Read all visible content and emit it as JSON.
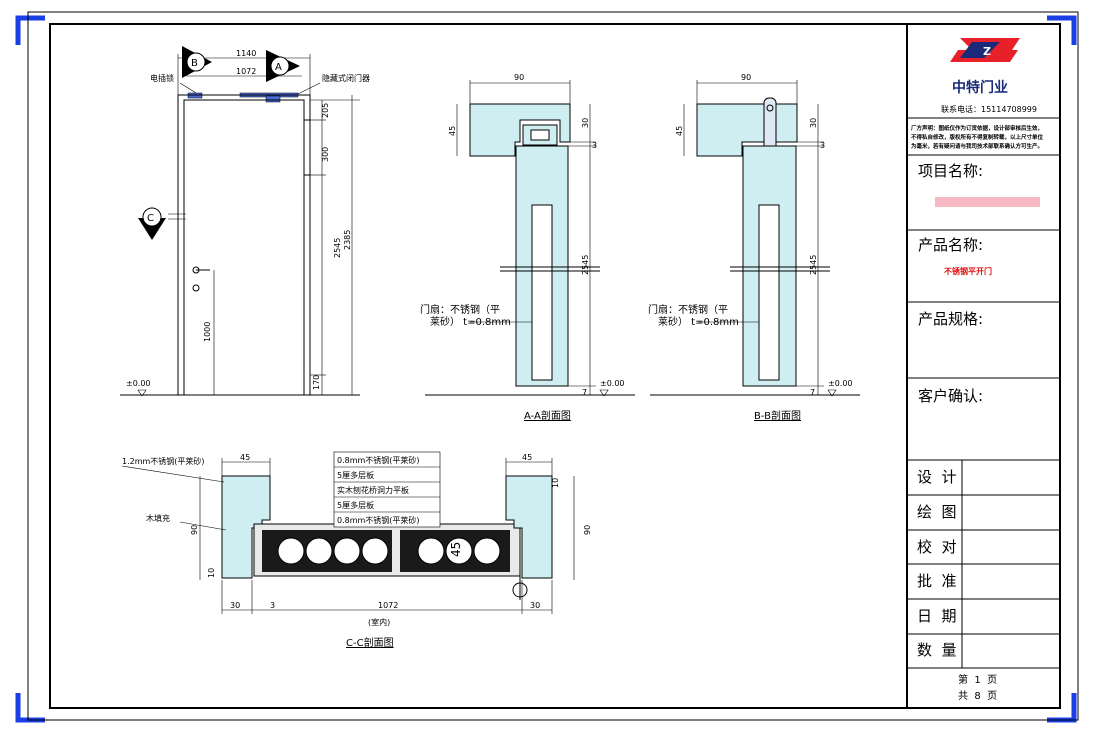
{
  "title_block": {
    "company": "中特门业",
    "contact": "联系电话：15114708999",
    "note": "厂方声明：图纸仅作为订货依据，设计部审核后生效，不得私自修改，版权所有不得复制转载，以上尺寸单位为毫米，若有疑问请与我司技术部联系确认方可生产。",
    "project_label": "项目名称:",
    "product_label": "产品名称:",
    "product_value": "不锈钢平开门",
    "spec_label": "产品规格:",
    "customer_label": "客户确认:",
    "rows": [
      {
        "label": "设  计"
      },
      {
        "label": "绘  图"
      },
      {
        "label": "校  对"
      },
      {
        "label": "批  准"
      },
      {
        "label": "日  期"
      },
      {
        "label": "数  量"
      }
    ],
    "page_line1": "第  1  页",
    "page_line2": "共  8  页"
  },
  "elevation": {
    "dim_1140": "1140",
    "dim_1072": "1072",
    "marker_b": "B",
    "marker_a": "A",
    "marker_c": "C",
    "label_lock": "电插锁",
    "label_closer": "隐藏式闭门器",
    "dim_205": "205",
    "dim_300": "300",
    "dim_2545": "2545",
    "dim_2385": "2385",
    "dim_1000": "1000",
    "dim_170": "170",
    "level": "±0.00"
  },
  "section_aa": {
    "dim_90": "90",
    "dim_45": "45",
    "dim_30": "30",
    "dim_3": "3",
    "dim_2545": "2545",
    "dim_7": "7",
    "leaf_label_1": "门扇：不锈钢（平",
    "leaf_label_2": "莱砂） t=0.8mm",
    "level": "±0.00",
    "caption": "A-A剖面图"
  },
  "section_bb": {
    "dim_90": "90",
    "dim_45": "45",
    "dim_30": "30",
    "dim_3": "3",
    "dim_2545": "2545",
    "dim_7": "7",
    "leaf_label_1": "门扇：不锈钢（平",
    "leaf_label_2": "莱砂） t=0.8mm",
    "level": "±0.00",
    "caption": "B-B剖面图"
  },
  "section_cc": {
    "label_frame": "1.2mm不锈钢(平莱砂)",
    "label_fill": "木填充",
    "layers": [
      "0.8mm不锈钢(平莱砂)",
      "5厘多层板",
      "实木刨花桥洞力平板",
      "5厘多层板",
      "0.8mm不锈钢(平莱砂)"
    ],
    "dim_45_left": "45",
    "dim_45_right": "45",
    "dim_90_left": "90",
    "dim_90_right": "90",
    "dim_10_left": "10",
    "dim_10_right": "10",
    "dim_45_mid": "45",
    "dim_30_left": "30",
    "dim_3": "3",
    "dim_1072": "1072",
    "dim_30_right": "30",
    "indoor": "(室内)",
    "caption": "C-C剖面图"
  },
  "colors": {
    "cyan_fill": "#cfeef2",
    "corner_blue": "#1a3fe6",
    "logo_red": "#e8202a",
    "logo_blue": "#1a2a78"
  }
}
